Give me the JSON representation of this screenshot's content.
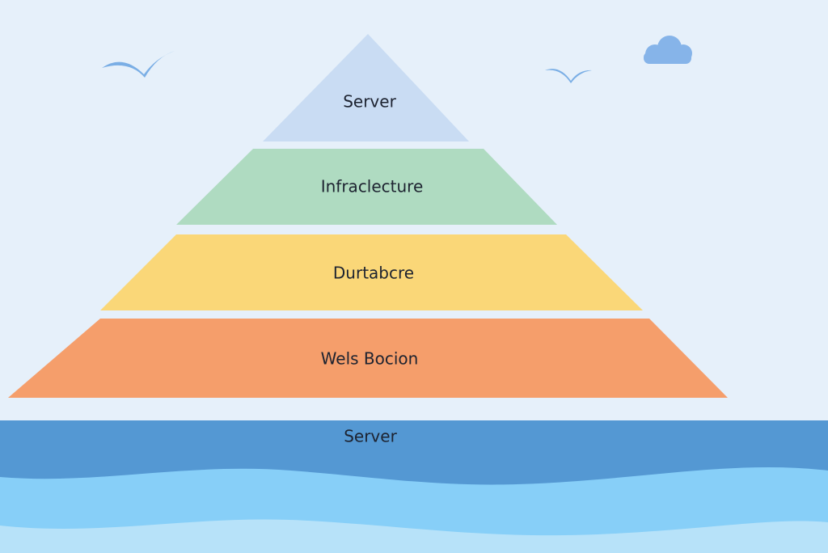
{
  "pyramid": {
    "layers": [
      {
        "label": "Server",
        "color": "#c9dcf3"
      },
      {
        "label": "Infraclecture",
        "color": "#afdbc1"
      },
      {
        "label": "Durtabcre",
        "color": "#fad778"
      },
      {
        "label": "Wels  Bocion",
        "color": "#f59e6b"
      }
    ]
  },
  "base": {
    "label": "Server",
    "colors": {
      "deep": "#5498d3",
      "mid": "#87cff8",
      "light": "#b7e2f9"
    }
  },
  "sky": {
    "color": "#e6f0fa",
    "decorations": [
      "bird-icon",
      "bird-icon",
      "cloud-icon"
    ],
    "accent_color": "#7aaee5"
  }
}
